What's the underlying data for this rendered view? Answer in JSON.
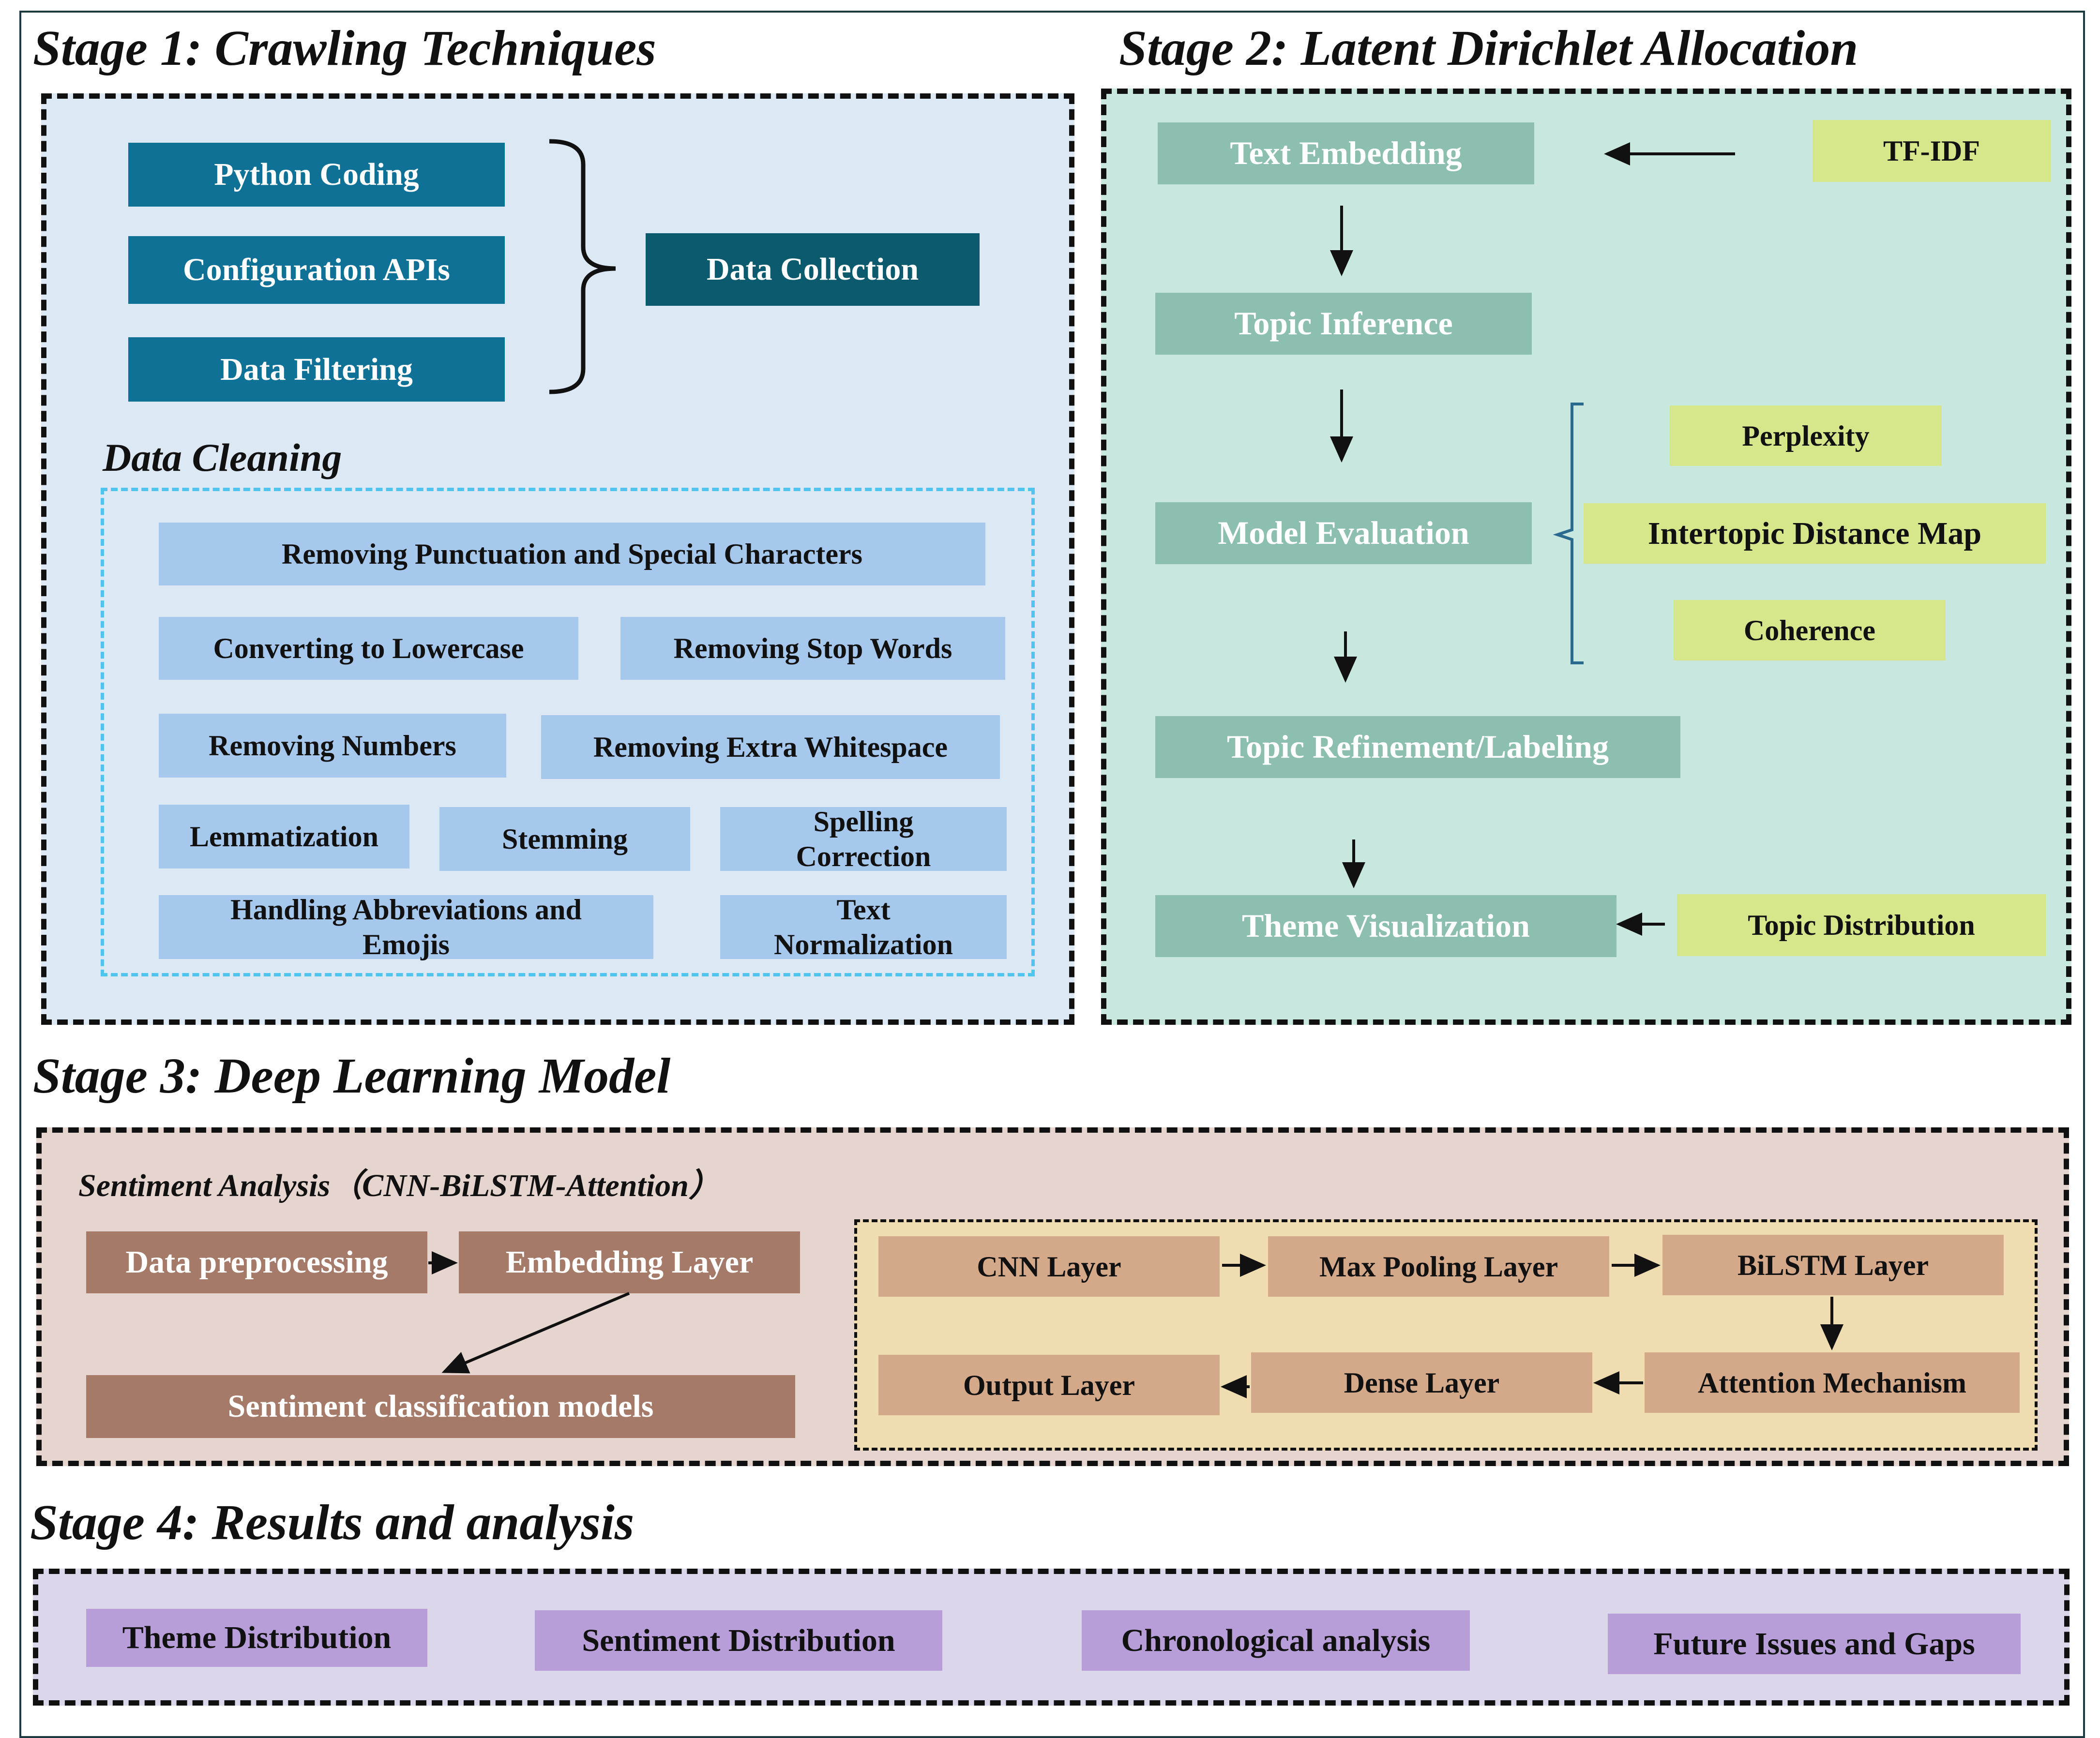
{
  "stage1": {
    "title": "Stage 1: Crawling Techniques",
    "inputs": [
      "Python Coding",
      "Configuration APIs",
      "Data Filtering"
    ],
    "collection": "Data Collection",
    "cleaning_label": "Data Cleaning",
    "cleaning_steps": {
      "punct": "Removing Punctuation and Special Characters",
      "lower": "Converting to Lowercase",
      "stop": "Removing Stop Words",
      "numbers": "Removing Numbers",
      "whitespace": "Removing Extra Whitespace",
      "lemma": "Lemmatization",
      "stem": "Stemming",
      "spell": "Spelling Correction",
      "abbrev": "Handling Abbreviations and Emojis",
      "norm": "Text Normalization"
    }
  },
  "stage2": {
    "title": "Stage 2: Latent Dirichlet Allocation",
    "steps": [
      "Text Embedding",
      "Topic Inference",
      "Model Evaluation",
      "Topic Refinement/Labeling",
      "Theme Visualization"
    ],
    "tfidf": "TF-IDF",
    "metrics": [
      "Perplexity",
      "Intertopic Distance Map",
      "Coherence"
    ],
    "topic_distribution": "Topic Distribution"
  },
  "stage3": {
    "title": "Stage 3: Deep Learning Model",
    "subtitle": "Sentiment Analysis（CNN-BiLSTM-Attention）",
    "preprocessing": "Data preprocessing",
    "embedding": "Embedding Layer",
    "classification": "Sentiment classification models",
    "layers": {
      "cnn": "CNN Layer",
      "pool": "Max Pooling Layer",
      "bilstm": "BiLSTM Layer",
      "attention": "Attention Mechanism",
      "dense": "Dense Layer",
      "output": "Output Layer"
    }
  },
  "stage4": {
    "title": "Stage 4: Results and analysis",
    "results": [
      "Theme Distribution",
      "Sentiment Distribution",
      "Chronological analysis",
      "Future Issues and Gaps"
    ]
  },
  "colors": {
    "stage1_bg": "#dde8f5",
    "stage2_bg": "#c8e7de",
    "stage3_bg": "#e6d5ce",
    "stage3_inner_bg": "#efdcb0",
    "stage4_bg": "#dcd6ea",
    "cleaning_border": "#4fc4ef"
  }
}
